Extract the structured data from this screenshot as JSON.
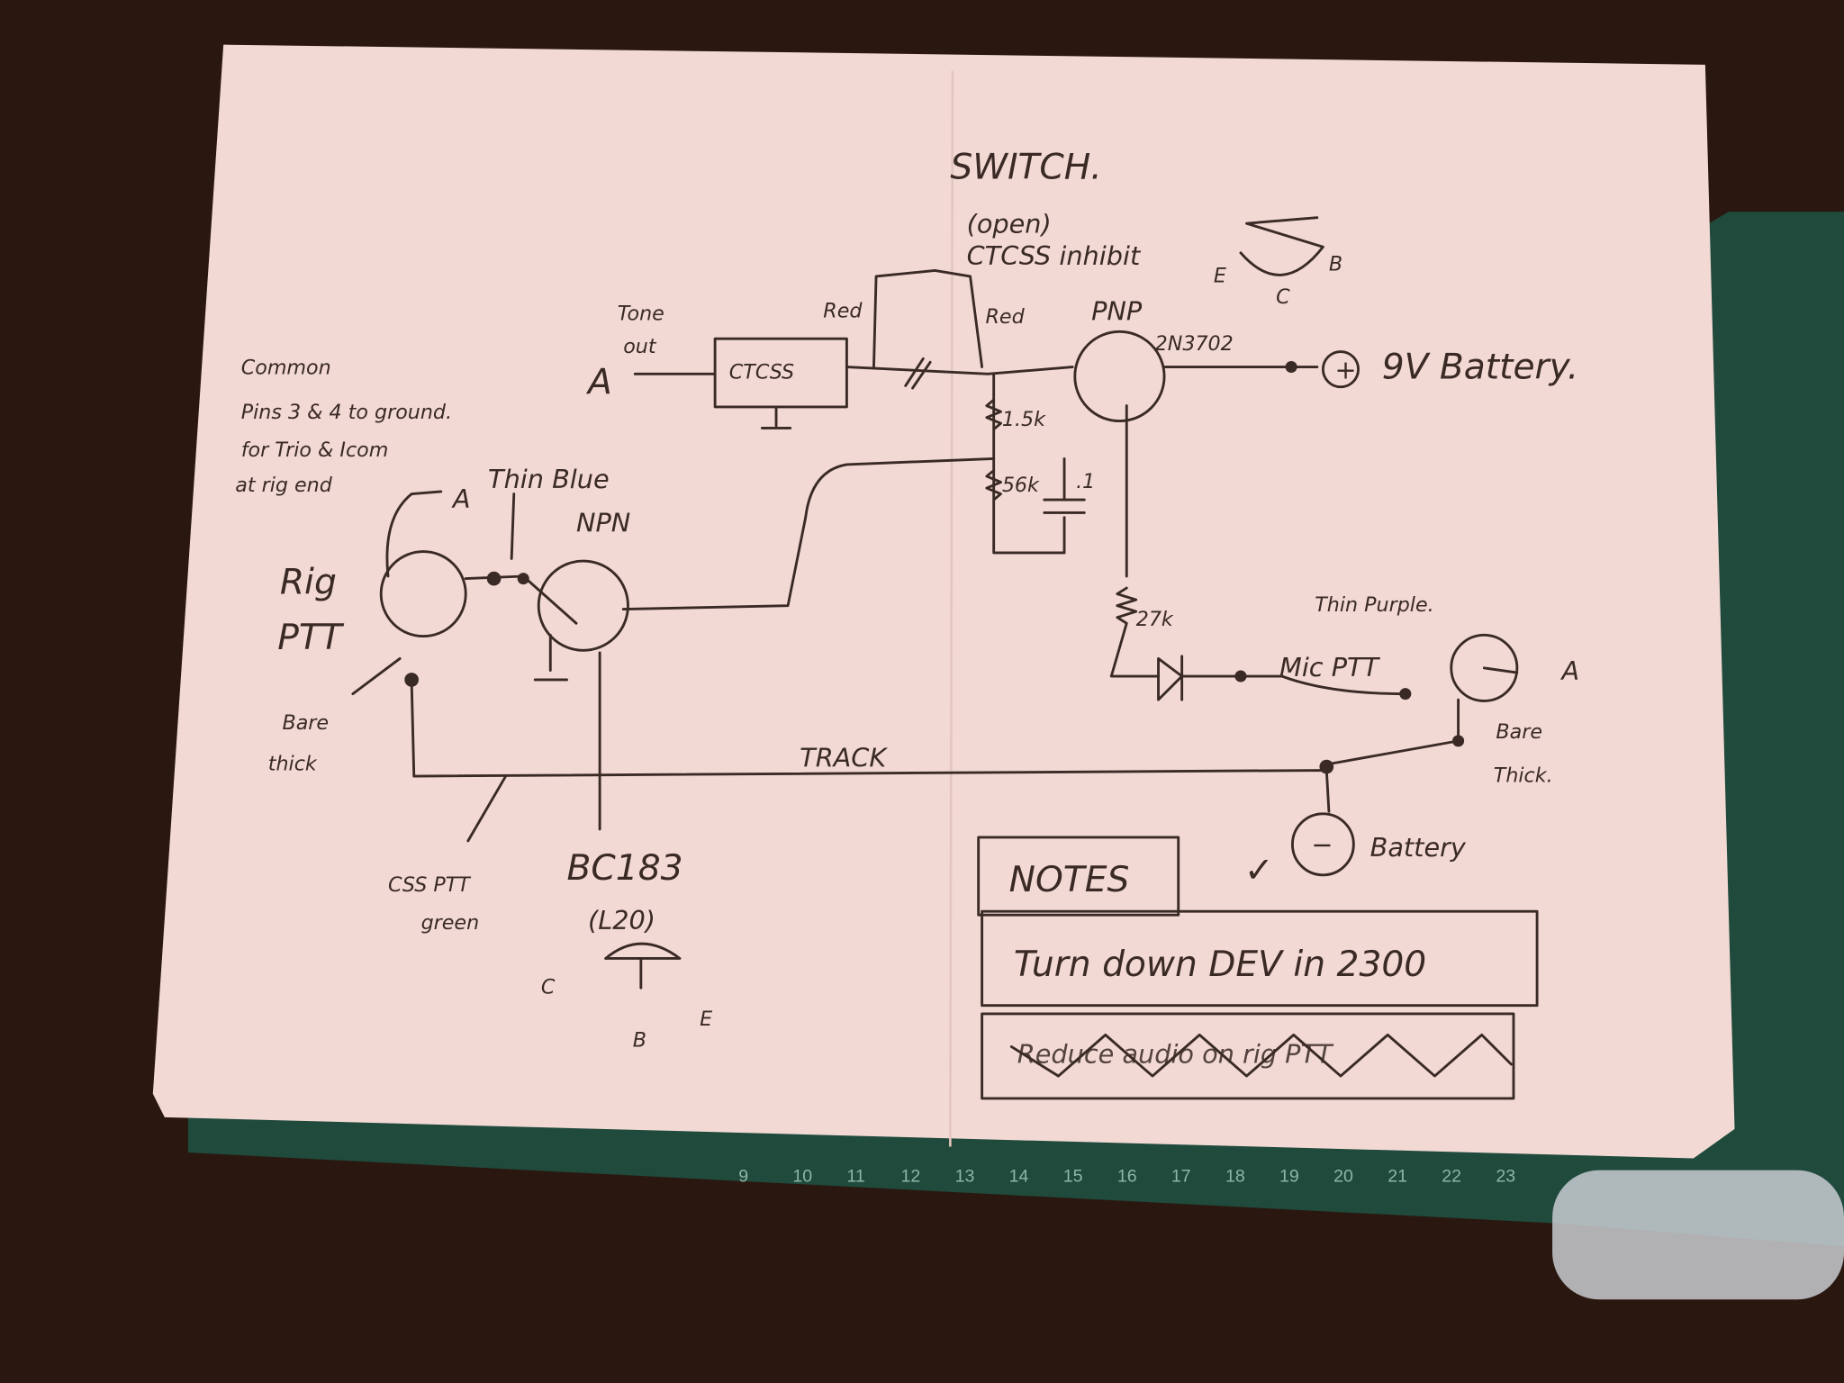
{
  "title": "SWITCH.",
  "colors": {
    "paper": "#f2d9d4",
    "ink": "#3a2a26",
    "table": "#2a1810",
    "mat": "#1f4a3c"
  },
  "labels": {
    "open": "(open)",
    "ctcss_inhibit": "CTCSS inhibit",
    "red_left": "Red",
    "red_right": "Red",
    "pnp": "PNP",
    "pnp_part": "2N3702",
    "pnp_pin_e": "E",
    "pnp_pin_c": "C",
    "pnp_pin_b": "B",
    "battery_9v": "9V Battery.",
    "plus": "+",
    "tone": "Tone",
    "out": "out",
    "tone_a": "A",
    "ctcss_box": "CTCSS",
    "common_1": "Common",
    "common_2": "Pins 3 & 4 to ground.",
    "common_3": "for Trio & Icom",
    "common_4": "at rig end",
    "thin_blue": "Thin Blue",
    "rig_a": "A",
    "npn": "NPN",
    "rig": "Rig",
    "ptt": "PTT",
    "bare_thick_left_1": "Bare",
    "bare_thick_left_2": "thick",
    "css_ptt_1": "CSS PTT",
    "css_ptt_2": "green",
    "npn_part": "BC183",
    "npn_case": "(L20)",
    "npn_pin_c": "C",
    "npn_pin_b": "B",
    "npn_pin_e": "E",
    "r1": "1.5k",
    "r2": "56k",
    "cap": ".1",
    "r3": "27k",
    "thin_purple": "Thin Purple.",
    "mic_ptt": "Mic PTT",
    "mic_a": "A",
    "bare_thick_right_1": "Bare",
    "bare_thick_right_2": "Thick.",
    "track": "TRACK",
    "battery": "Battery",
    "minus": "−",
    "check": "✓"
  },
  "notes": {
    "heading": "NOTES",
    "note_1": "Turn down DEV in 2300",
    "note_2_struck": "Reduce audio on rig PTT"
  },
  "ruler_ticks": [
    "9",
    "10",
    "11",
    "12",
    "13",
    "14",
    "15",
    "16",
    "17",
    "18",
    "19",
    "20",
    "21",
    "22",
    "23"
  ]
}
